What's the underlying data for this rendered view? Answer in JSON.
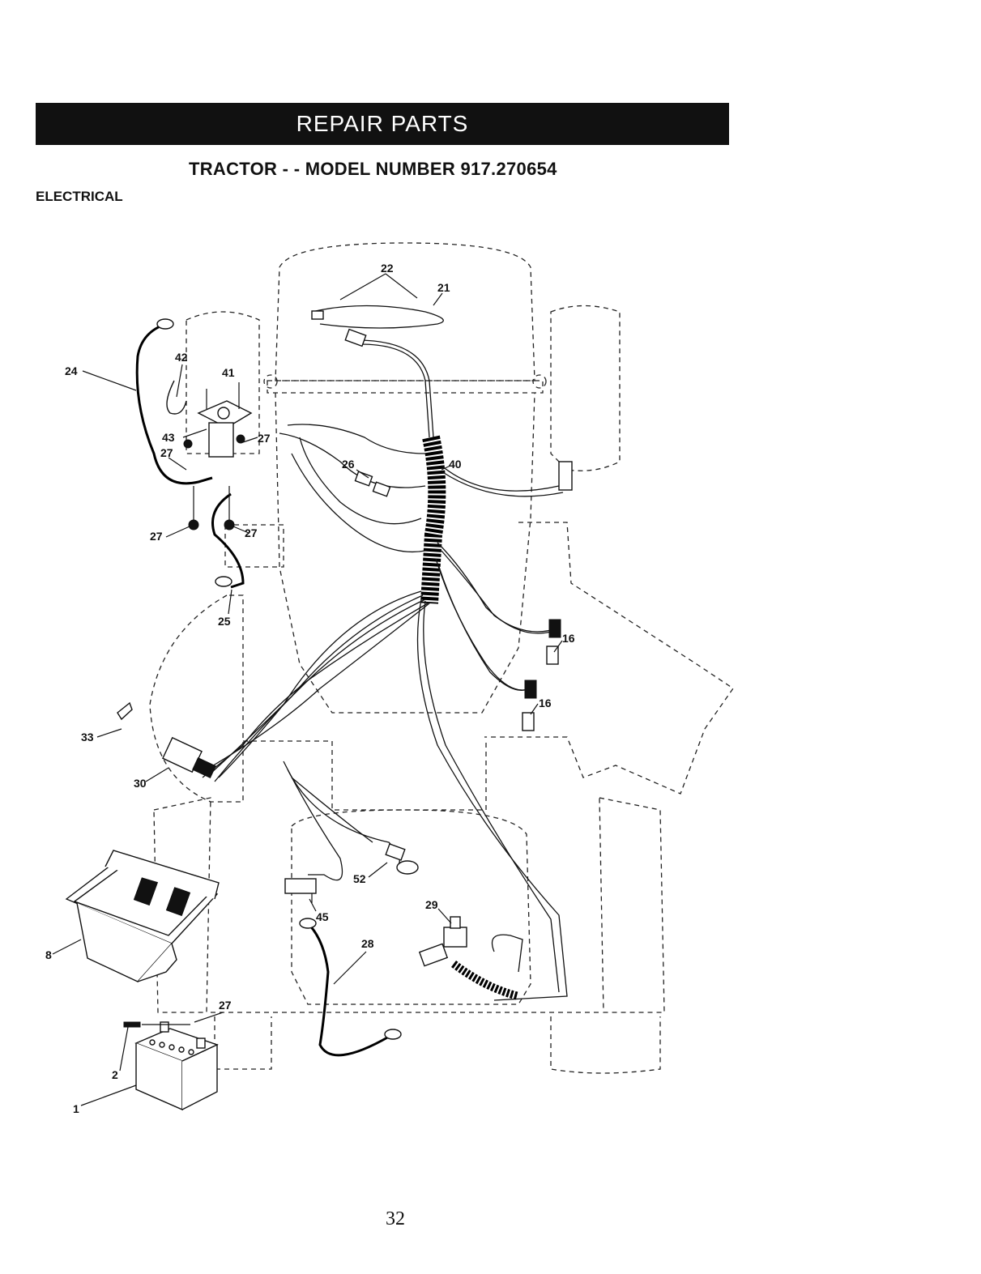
{
  "header": {
    "banner": "REPAIR PARTS",
    "model_title": "TRACTOR - - MODEL NUMBER 917.270654",
    "section": "ELECTRICAL"
  },
  "callouts": [
    {
      "id": "c22",
      "label": "22"
    },
    {
      "id": "c21",
      "label": "21"
    },
    {
      "id": "c24",
      "label": "24"
    },
    {
      "id": "c42",
      "label": "42"
    },
    {
      "id": "c41",
      "label": "41"
    },
    {
      "id": "c43",
      "label": "43"
    },
    {
      "id": "c27a",
      "label": "27"
    },
    {
      "id": "c27b",
      "label": "27"
    },
    {
      "id": "c27c",
      "label": "27"
    },
    {
      "id": "c27d",
      "label": "27"
    },
    {
      "id": "c27e",
      "label": "27"
    },
    {
      "id": "c26",
      "label": "26"
    },
    {
      "id": "c40",
      "label": "40"
    },
    {
      "id": "c25",
      "label": "25"
    },
    {
      "id": "c16a",
      "label": "16"
    },
    {
      "id": "c16b",
      "label": "16"
    },
    {
      "id": "c33",
      "label": "33"
    },
    {
      "id": "c30",
      "label": "30"
    },
    {
      "id": "c52",
      "label": "52"
    },
    {
      "id": "c45",
      "label": "45"
    },
    {
      "id": "c29",
      "label": "29"
    },
    {
      "id": "c28",
      "label": "28"
    },
    {
      "id": "c8",
      "label": "8"
    },
    {
      "id": "c2",
      "label": "2"
    },
    {
      "id": "c1",
      "label": "1"
    }
  ],
  "footer": {
    "page_number": "32"
  }
}
